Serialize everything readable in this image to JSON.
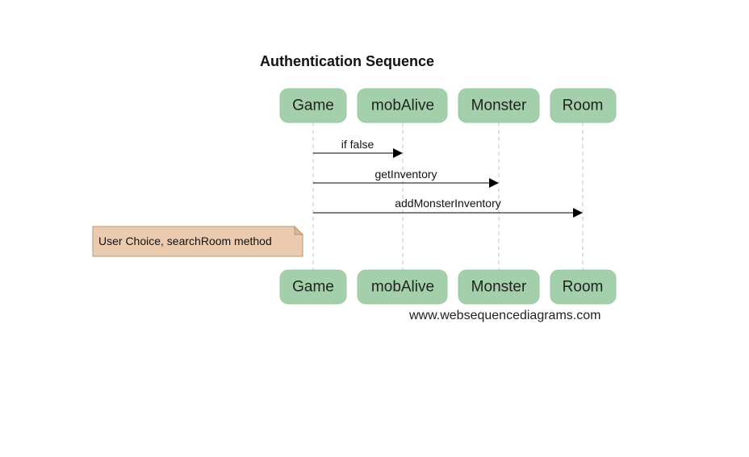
{
  "diagram": {
    "title": "Authentication Sequence",
    "participants": [
      {
        "id": "game",
        "label": "Game"
      },
      {
        "id": "mobalive",
        "label": "mobAlive"
      },
      {
        "id": "monster",
        "label": "Monster"
      },
      {
        "id": "room",
        "label": "Room"
      }
    ],
    "messages": [
      {
        "from": "game",
        "to": "mobalive",
        "label": "if false"
      },
      {
        "from": "game",
        "to": "monster",
        "label": "getInventory"
      },
      {
        "from": "game",
        "to": "room",
        "label": "addMonsterInventory"
      }
    ],
    "note": {
      "text": "User Choice, searchRoom method",
      "position": "left of Game"
    },
    "watermark": "www.websequencediagrams.com",
    "colors": {
      "participant_fill": "#a3cfab",
      "note_fill": "#ebcbb0",
      "lifeline": "#c4c4c4",
      "arrow": "#000000"
    }
  }
}
